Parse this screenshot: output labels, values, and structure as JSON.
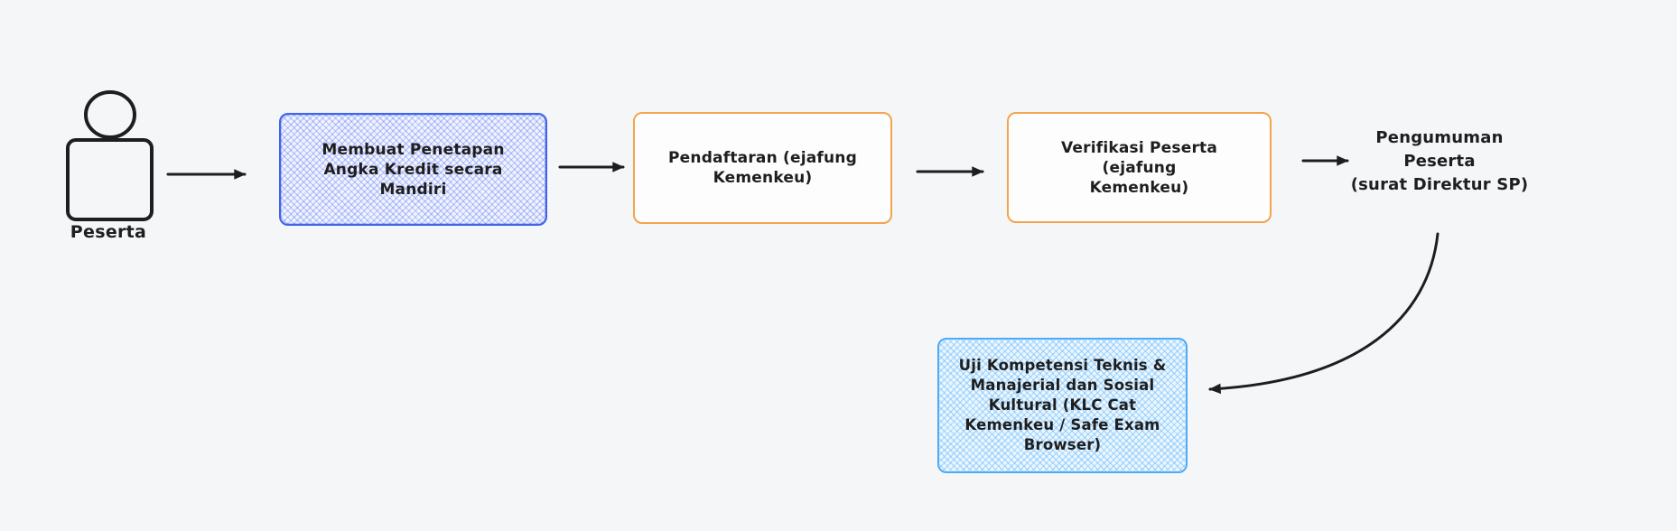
{
  "canvas": {
    "background_color": "#f5f6f8",
    "ink_color": "#1e1e1e",
    "style": "hand-drawn flowchart"
  },
  "actor": {
    "label": "Peserta",
    "icon": "person-icon"
  },
  "nodes": {
    "membuat_pak": {
      "label": "Membuat Penetapan\nAngka Kredit secara\nMandiri",
      "border_color": "#4263eb",
      "fill_style": "cross-hatch",
      "fill_color": "#4263eb"
    },
    "pendaftaran": {
      "label": "Pendaftaran (ejafung\nKemenkeu)",
      "border_color": "#f3a44c",
      "fill_style": "solid",
      "fill_color": "#ffffff"
    },
    "verifikasi": {
      "label": "Verifikasi Peserta (ejafung\nKemenkeu)",
      "border_color": "#f3a44c",
      "fill_style": "solid",
      "fill_color": "#ffffff"
    },
    "pengumuman": {
      "label": "Pengumuman\nPeserta\n(surat Direktur SP)",
      "border_color": "none",
      "fill_style": "plain-text"
    },
    "uji_kompetensi": {
      "label": "Uji Kompetensi Teknis &\nManajerial dan Sosial\nKultural (KLC Cat\nKemenkeu / Safe Exam\nBrowser)",
      "border_color": "#4dabf7",
      "fill_style": "cross-hatch",
      "fill_color": "#4dabf7"
    }
  },
  "edges": [
    {
      "from": "actor",
      "to": "membuat_pak",
      "type": "straight-arrow"
    },
    {
      "from": "membuat_pak",
      "to": "pendaftaran",
      "type": "straight-arrow"
    },
    {
      "from": "pendaftaran",
      "to": "verifikasi",
      "type": "straight-arrow"
    },
    {
      "from": "verifikasi",
      "to": "pengumuman",
      "type": "straight-arrow"
    },
    {
      "from": "pengumuman",
      "to": "uji_kompetensi",
      "type": "curved-arrow"
    }
  ]
}
